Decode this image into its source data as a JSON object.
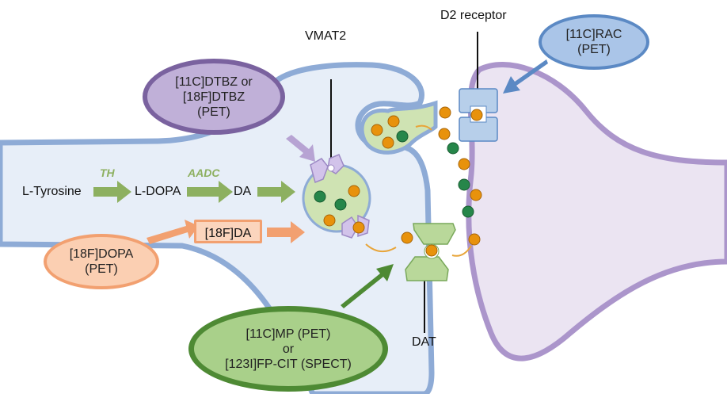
{
  "labels": {
    "vmat2": "VMAT2",
    "d2": "D2 receptor",
    "dat": "DAT",
    "tyrosine": "L-Tyrosine",
    "ldopa": "L-DOPA",
    "da": "DA",
    "th": "TH",
    "aadc": "AADC",
    "f18da": "[18F]DA"
  },
  "tracers": {
    "dtbz": {
      "line1": "[11C]DTBZ or",
      "line2": "[18F]DTBZ",
      "line3": "(PET)"
    },
    "rac": {
      "line1": "[11C]RAC",
      "line2": "(PET)"
    },
    "dopa": {
      "line1": "[18F]DOPA",
      "line2": "(PET)"
    },
    "mp": {
      "line1": "[11C]MP (PET)",
      "line2": "or",
      "line3": "[123I]FP-CIT (SPECT)"
    }
  },
  "colors": {
    "neuron": "#e7eef8",
    "membrane": "#8eabd6",
    "post": "#ebe4f2",
    "postMembrane": "#ab95cb",
    "dopamine": "#e8920c",
    "other": "#26864a",
    "vesicle": "#cfe3b3"
  }
}
